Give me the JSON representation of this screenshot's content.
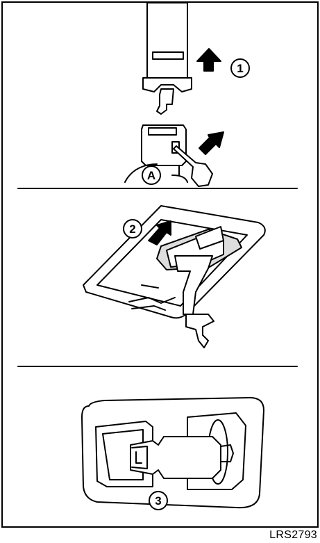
{
  "figure": {
    "code": "LRS2793"
  },
  "callouts": {
    "step_1": "1",
    "step_2": "2",
    "step_3": "3",
    "part_a": "A"
  },
  "colors": {
    "line": "#000000",
    "fill": "#ffffff",
    "shade": "#cfcfcf"
  },
  "icons": [
    "up-arrow-icon",
    "diagonal-arrow-icon",
    "seat-belt-buckle-icon",
    "release-tool-icon"
  ]
}
